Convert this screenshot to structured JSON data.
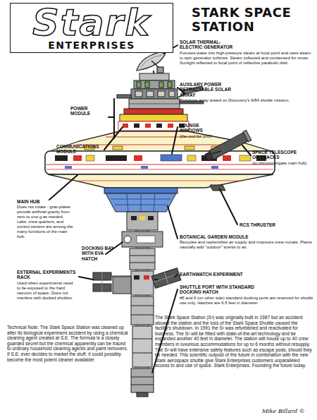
{
  "diagram": {
    "title": "STARK SPACE STATION",
    "nodes": [
      {
        "text": [
          "Stark",
          "ENTERPRISES"
        ]
      }
    ],
    "labels": [
      "SOLAR THERMAL-ELECTRIC GENERATOR",
      "Focuses water into high-pressure steam at focal point and uses steam to spin generator turbines. Steam collected and condensed for reuse. Sunlight reflected to focal point of reflective parabolic dish.",
      "AUXILARY POWER RETRACTABLE SOLAR ARRAY",
      "Prototype array tested on Discovery's 9/84 shuttle mission.",
      "POWER MODULE",
      "LOUNGE WINDOWS",
      "(the roof for pool)",
      "COMMUNICATIONS MODULE",
      "SPACE TELESCOPE ON TRACKS",
      "(to circumnavigate main hub)",
      "MAIN HUB",
      "Does not rotate - grav-plates provide artificial gravity from zero to one g as needed. Labs, crew quarters, and control centers are among the many functions of the main hub.",
      "RCS THRUSTER",
      "BOTANICAL GARDEN MODULE",
      "Recycles and replenishes air supply and improves crew morale. Plants naturally add \"outdoor\" scents to air.",
      "DOCKING BAY WITH EVA HATCH",
      "EARTHWATCH EXPERIMENT",
      "EXTERNAL EXPERIMENTS RACK",
      "Used when experiments need to be exposed to the hard vacuum of space. Does not interfere with docked shuttles.",
      "SHUTTLE PORT WITH STANDARD DOCKING HATCH",
      "#5 and 6 (on other side) standard docking ports are reserved for shuttle use only. Hatches are 6.5 feet in diameter.",
      "Technical Note: The Stark Space Station was cleaned up after its biological experiment accident by using a chemical cleaning agent created at S.E. The formula is a closely guarded secret but the chemical apparently can be traced to ordinary household cleaning agents and paint removers. If S.E. ever decides to market the stuff, it could possibly become the most potent cleaner available!",
      "The Stark Space Station (S³) was originally built in 1987 but an accident aboard the station and the loss of the Stark Space Shuttle caused the facility's shutdown. In 1991 the S³ was refurbished and reactivated for business. The S³ will be fitted with state-of-the-art technology and be expanded another 40 feet in diameter. The station will house up to 40 crew members in luxurious accommodations for up to 6 months without resupply. The S³ will have extensive safety features such as escape pods, should they be needed. This scientific outpost of the future in combination with the new Stark aerospace shuttle give Stark Enterprises customers unparalleled access to and use of space. Stark Enterprises. Founding the future today.",
      "Mike Billard ©"
    ]
  }
}
